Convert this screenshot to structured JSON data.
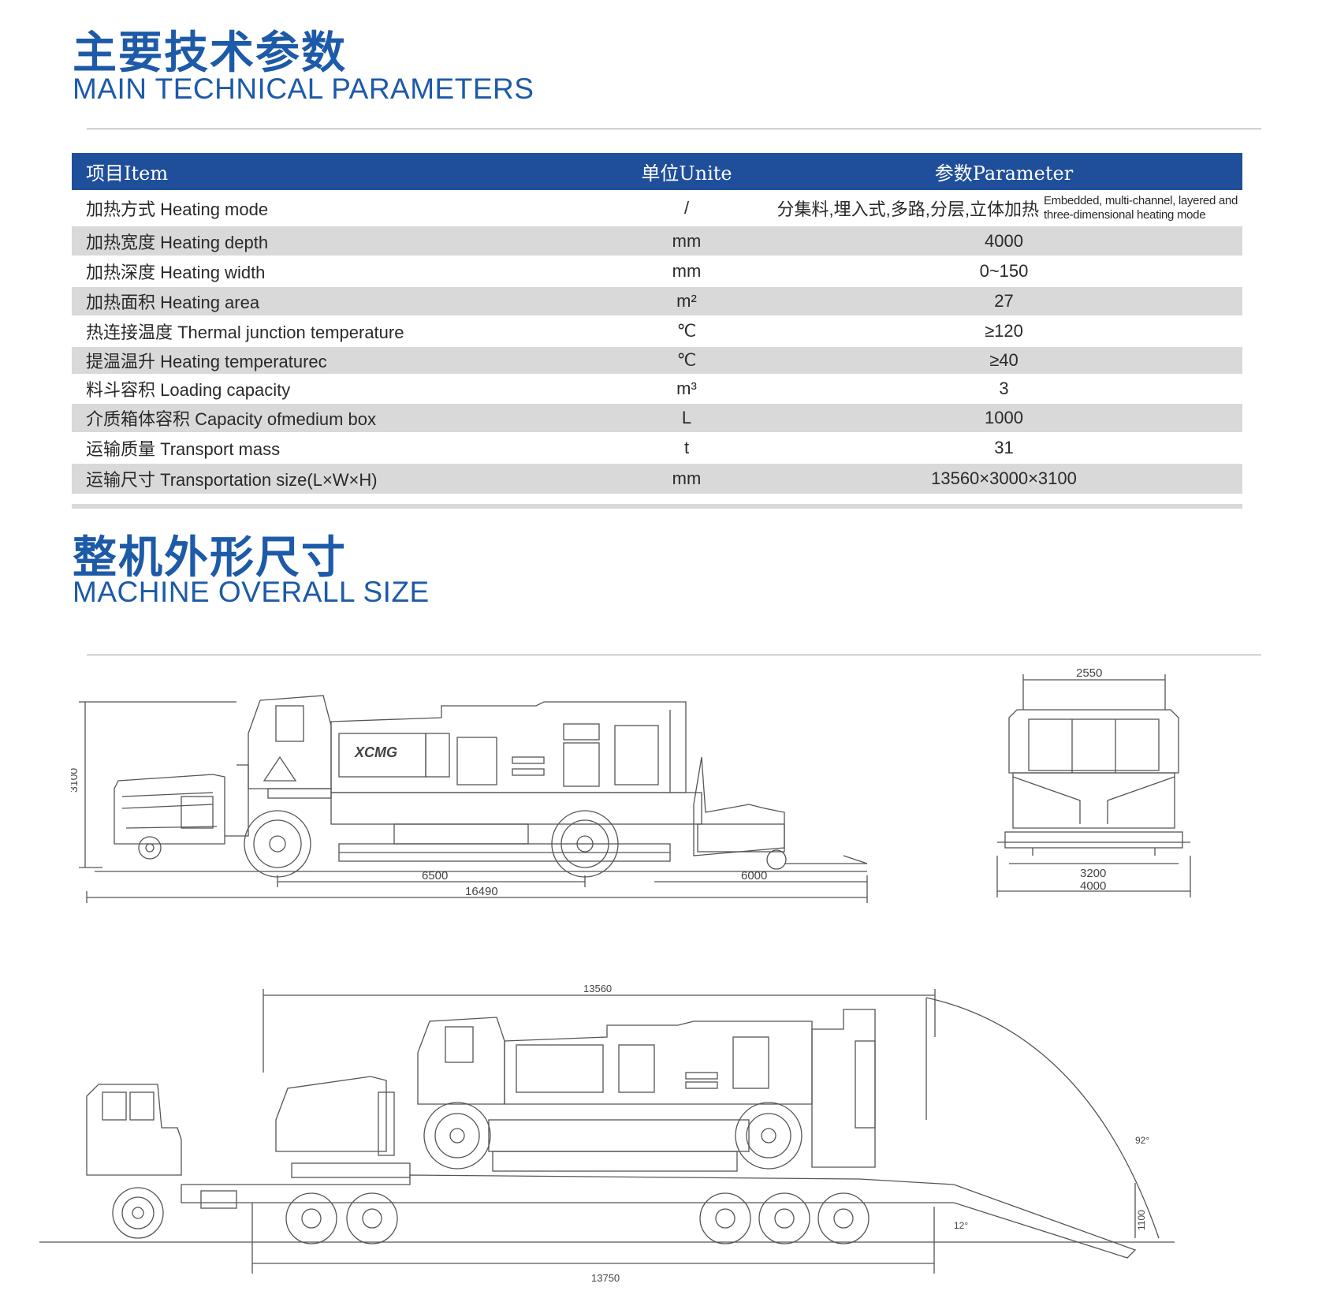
{
  "section1": {
    "title_cn": "主要技术参数",
    "title_en": "MAIN TECHNICAL PARAMETERS"
  },
  "table": {
    "headers": [
      "项目Item",
      "单位Unite",
      "参数Parameter"
    ],
    "rows": [
      {
        "item": "加热方式 Heating mode",
        "unit": "/",
        "param_cn": "分集料,埋入式,多路,分层,立体加热",
        "param_en_1": "Embedded, multi-channel, layered and",
        "param_en_2": "three-dimensional heating mode"
      },
      {
        "item": "加热宽度 Heating depth",
        "unit": "mm",
        "param": "4000"
      },
      {
        "item": "加热深度 Heating width",
        "unit": "mm",
        "param": "0~150"
      },
      {
        "item": "加热面积 Heating area",
        "unit": "m²",
        "param": "27"
      },
      {
        "item": "热连接温度 Thermal junction temperature",
        "unit": "℃",
        "param": "≥120"
      },
      {
        "item": "提温温升 Heating temperaturec",
        "unit": "℃",
        "param": "≥40"
      },
      {
        "item": "料斗容积 Loading capacity",
        "unit": "m³",
        "param": "3"
      },
      {
        "item": "介质箱体容积 Capacity ofmedium box",
        "unit": "L",
        "param": "1000"
      },
      {
        "item": "运输质量 Transport mass",
        "unit": "t",
        "param": "31"
      },
      {
        "item": "运输尺寸 Transportation size(L×W×H)",
        "unit": "mm",
        "param": "13560×3000×3100"
      }
    ]
  },
  "section2": {
    "title_cn": "整机外形尺寸",
    "title_en": "MACHINE OVERALL SIZE"
  },
  "drawing_side": {
    "dim_height": "3100",
    "dim_wheelbase": "6500",
    "dim_rear": "6000",
    "dim_length": "16490",
    "logo": "XCMG"
  },
  "drawing_front": {
    "dim_top": "2550",
    "dim_mid": "3200",
    "dim_bottom": "4000"
  },
  "drawing_transport": {
    "dim_top": "13560",
    "dim_bottom": "13750",
    "angle_ramp": "12°",
    "angle_arc": "92°",
    "dim_ramp_height": "1100"
  },
  "colors": {
    "brand_blue": "#1d5aa8",
    "header_blue": "#1f4f9a",
    "stripe_gray": "#d9d9da"
  }
}
